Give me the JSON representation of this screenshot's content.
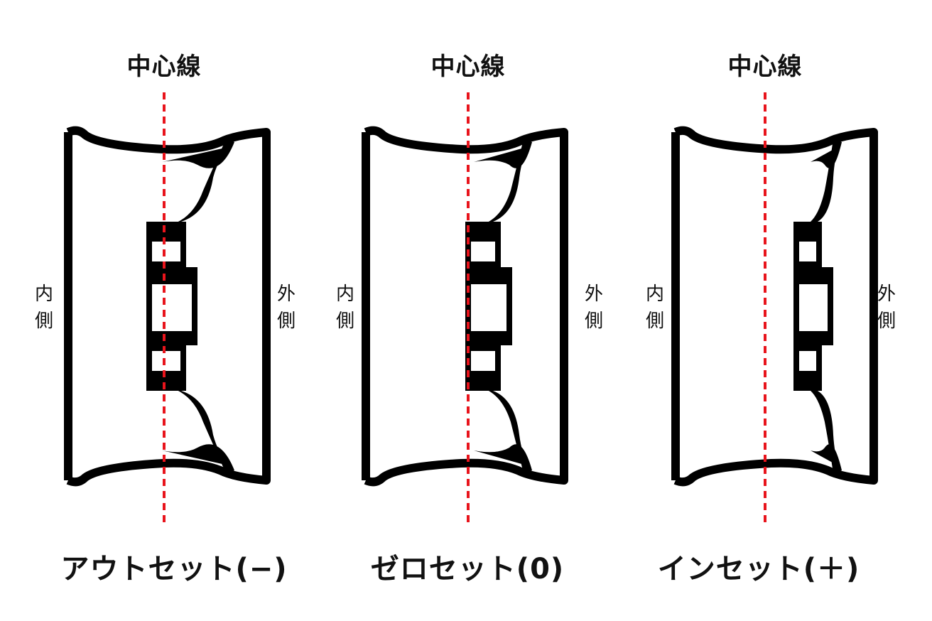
{
  "labels": {
    "center_line": "中心線",
    "inner": "内\n側",
    "outer": "外\n側"
  },
  "colors": {
    "wheel": "#000000",
    "center_line": "#e8141c",
    "background": "#ffffff"
  },
  "panels": [
    {
      "id": "outset",
      "caption": "アウトセット(−)"
    },
    {
      "id": "zeroset",
      "caption": "ゼロセット(0)"
    },
    {
      "id": "inset",
      "caption": "インセット(＋)"
    }
  ]
}
